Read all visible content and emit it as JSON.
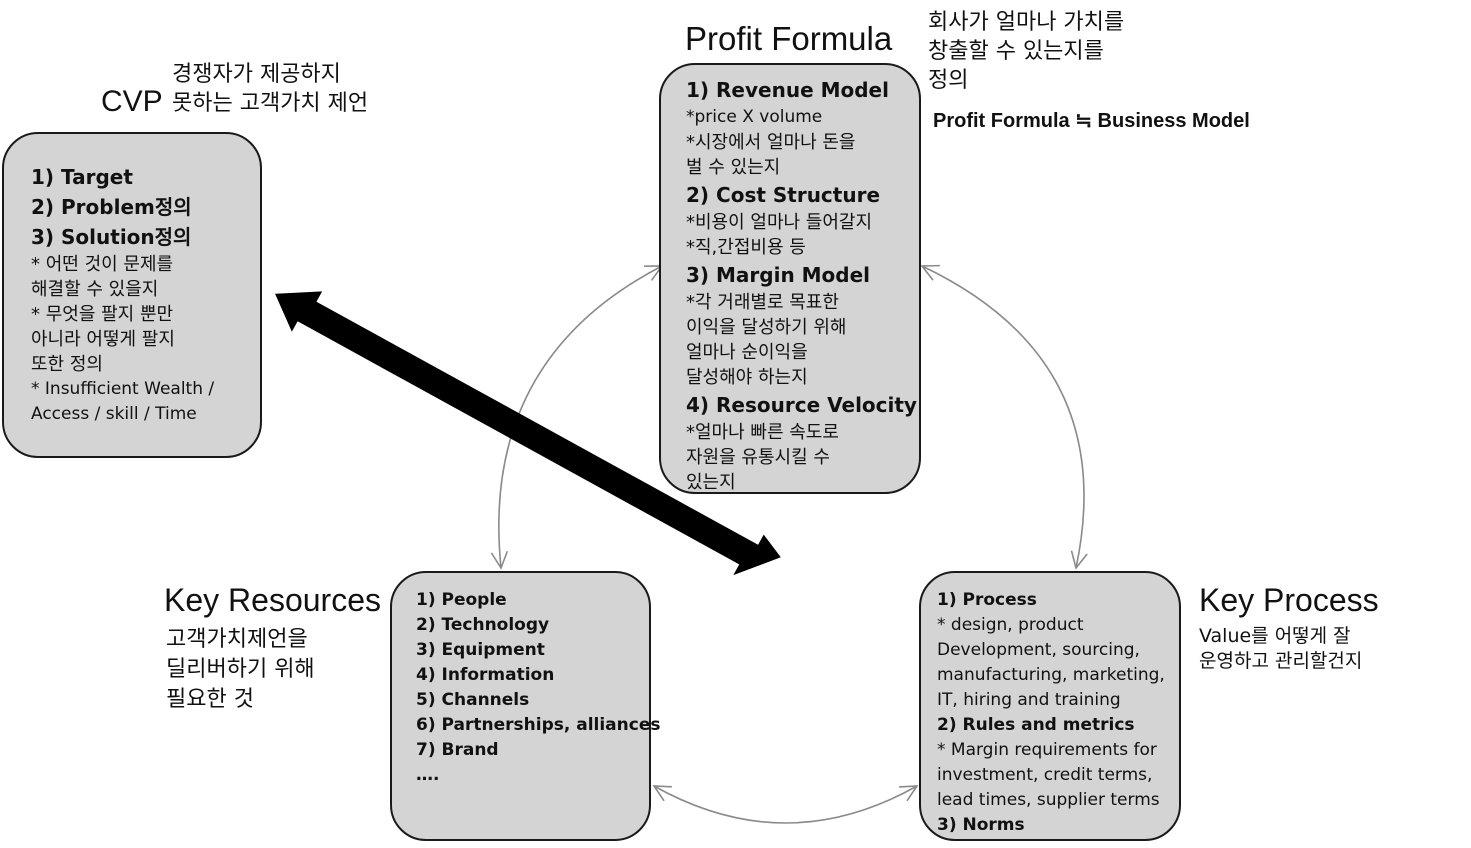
{
  "cvp": {
    "title": "CVP",
    "note_lines": [
      "경쟁자가 제공하지",
      "못하는 고객가치 제언"
    ],
    "box_lines": [
      {
        "text": "1) Target",
        "style": "h"
      },
      {
        "text": "2) Problem정의",
        "style": "h"
      },
      {
        "text": "3) Solution정의",
        "style": "h"
      },
      {
        "text": "* 어떤 것이 문제를",
        "style": "t"
      },
      {
        "text": "해결할 수 있을지",
        "style": "t"
      },
      {
        "text": "* 무엇을 팔지 뿐만",
        "style": "t"
      },
      {
        "text": "아니라 어떻게 팔지",
        "style": "t"
      },
      {
        "text": "또한 정의",
        "style": "t"
      },
      {
        "text": "* Insufficient Wealth /",
        "style": "en"
      },
      {
        "text": "Access / skill / Time",
        "style": "en"
      }
    ]
  },
  "profit": {
    "title": "Profit Formula",
    "note_lines": [
      "회사가 얼마나 가치를",
      "창출할 수 있는지를",
      "정의"
    ],
    "relation": "Profit Formula ≒ Business Model",
    "box_lines": [
      {
        "text": "1) Revenue Model",
        "style": "h"
      },
      {
        "text": "*price X volume",
        "style": "en"
      },
      {
        "text": "*시장에서 얼마나 돈을",
        "style": "t"
      },
      {
        "text": "벌 수 있는지",
        "style": "t"
      },
      {
        "text": "2) Cost Structure",
        "style": "h"
      },
      {
        "text": "*비용이 얼마나 들어갈지",
        "style": "t"
      },
      {
        "text": "*직,간접비용 등",
        "style": "t"
      },
      {
        "text": "3) Margin Model",
        "style": "h"
      },
      {
        "text": "*각 거래별로 목표한",
        "style": "t"
      },
      {
        "text": "이익을 달성하기 위해",
        "style": "t"
      },
      {
        "text": "얼마나 순이익을",
        "style": "t"
      },
      {
        "text": "달성해야 하는지",
        "style": "t"
      },
      {
        "text": "4) Resource Velocity",
        "style": "h"
      },
      {
        "text": "*얼마나 빠른 속도로",
        "style": "t"
      },
      {
        "text": "자원을 유통시킬 수",
        "style": "t"
      },
      {
        "text": "있는지",
        "style": "t"
      }
    ]
  },
  "resources": {
    "title": "Key Resources",
    "note_lines": [
      "고객가치제언을",
      "딜리버하기 위해",
      "필요한 것"
    ],
    "box_lines": [
      "1) People",
      "2) Technology",
      "3) Equipment",
      "4) Information",
      "5) Channels",
      "6) Partnerships, alliances",
      "7) Brand",
      "…."
    ]
  },
  "process": {
    "title": "Key Process",
    "note_lines": [
      "Value를 어떻게 잘",
      "운영하고 관리할건지"
    ],
    "box_lines": [
      {
        "text": "1) Process",
        "style": "b"
      },
      {
        "text": "* design, product",
        "style": "t"
      },
      {
        "text": "Development, sourcing,",
        "style": "t"
      },
      {
        "text": "manufacturing, marketing,",
        "style": "t"
      },
      {
        "text": "IT, hiring and training",
        "style": "t"
      },
      {
        "text": "2) Rules and metrics",
        "style": "b"
      },
      {
        "text": "* Margin requirements for",
        "style": "t"
      },
      {
        "text": "investment, credit terms,",
        "style": "t"
      },
      {
        "text": "lead times, supplier terms",
        "style": "t"
      },
      {
        "text": "3) Norms",
        "style": "b"
      }
    ]
  },
  "colors": {
    "box_fill": "#d4d4d4",
    "box_border": "#1a1a1a",
    "connector": "#8a8a8a",
    "big_arrow": "#000000"
  }
}
